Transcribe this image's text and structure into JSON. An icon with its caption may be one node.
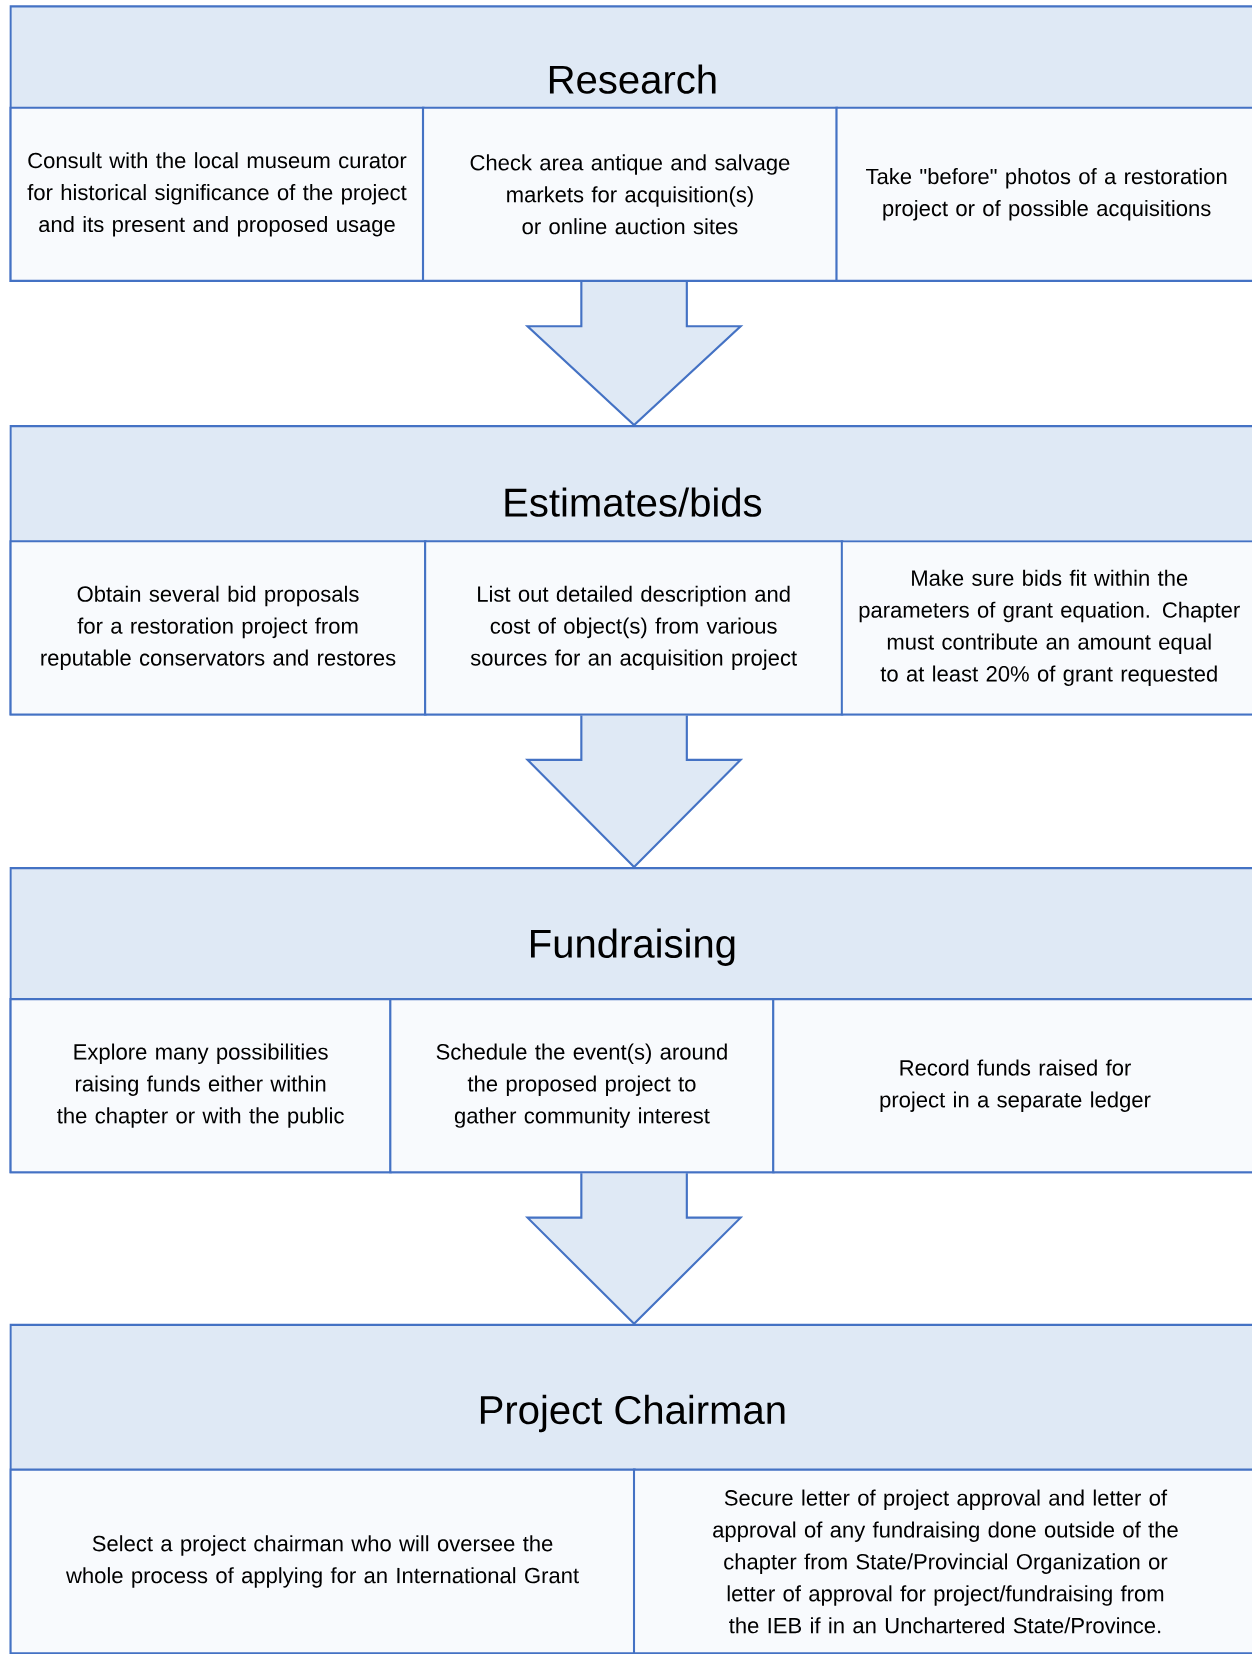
{
  "diagram": {
    "nodes": [
      {
        "text": [
          "Research"
        ]
      },
      {
        "text": [
          "Consult with the local museum curator for historical significance of the project and its present and proposed usage"
        ],
        "in": 0
      },
      {
        "text": [
          "Check area antique and salvage markets for acquisition(s) or online auction sites"
        ],
        "in": 0
      },
      {
        "text": [
          "Take \"before\" photos of a restoration project or of possible acquisitions"
        ],
        "in": 0
      },
      {
        "text": [
          "Estimates/bids"
        ]
      },
      {
        "text": [
          "Obtain several bid proposals for a restoration project from reputable conservators and restores"
        ],
        "in": 4
      },
      {
        "text": [
          "List out detailed description and cost of object(s) from various sources for an acquisition project"
        ],
        "in": 4
      },
      {
        "text": [
          "Make sure bids fit within the parameters of grant equation. Chapter must contribute an amount equal to at least 20% of grant requested"
        ],
        "in": 4
      },
      {
        "text": [
          "Fundraising"
        ]
      },
      {
        "text": [
          "Explore many possibilities raising funds either within the chapter or with the public"
        ],
        "in": 8
      },
      {
        "text": [
          "Schedule the event(s) around the proposed project to gather community interest"
        ],
        "in": 8
      },
      {
        "text": [
          "Record funds raised for project in a separate ledger"
        ],
        "in": 8
      },
      {
        "text": [
          "Project Chairman"
        ]
      },
      {
        "text": [
          "Select a project chairman who will oversee the whole process of applying for an International Grant"
        ],
        "in": 12
      },
      {
        "text": [
          "Secure letter of project approval and letter of approval of any fundraising done outside of the chapter from State/Provincial Organization or letter of approval for project/fundraising from the IEB if in an Unchartered State/Province."
        ],
        "in": 12
      }
    ],
    "edges": [
      {
        "from": 0,
        "to": 4,
        "arrow": "to"
      },
      {
        "from": 4,
        "to": 8,
        "arrow": "to"
      },
      {
        "from": 8,
        "to": 12,
        "arrow": "to"
      }
    ]
  }
}
